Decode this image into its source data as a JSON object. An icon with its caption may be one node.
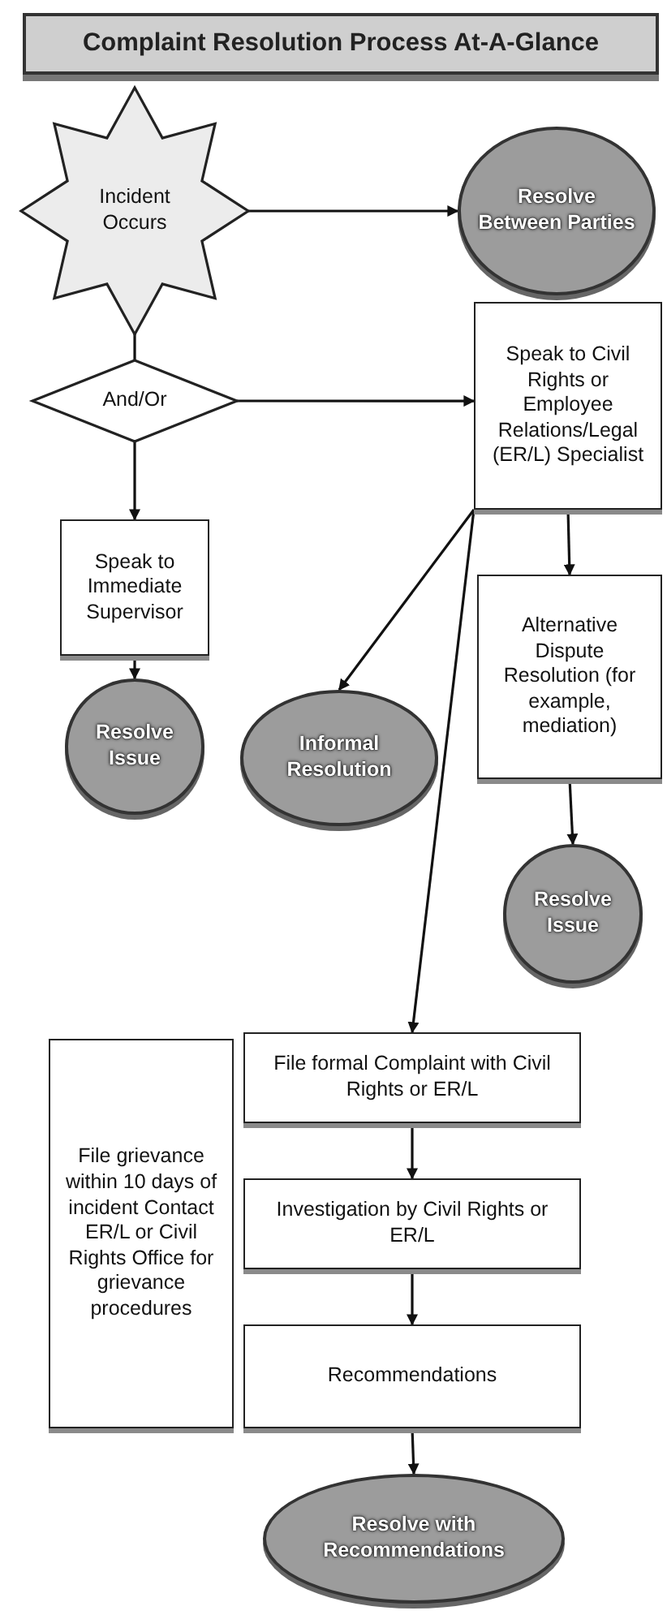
{
  "diagram": {
    "title": "Complaint Resolution Process At-A-Glance",
    "nodes": [
      {
        "text": [
          "Incident Occurs"
        ]
      },
      {
        "text": [
          "Resolve Between Parties"
        ]
      },
      {
        "text": [
          "And/Or"
        ]
      },
      {
        "text": [
          "Speak to Civil Rights or Employee Relations/Legal (ER/L) Specialist"
        ]
      },
      {
        "text": [
          "Speak to Immediate Supervisor"
        ]
      },
      {
        "text": [
          "Resolve Issue"
        ]
      },
      {
        "text": [
          "Informal Resolution"
        ]
      },
      {
        "text": [
          "Alternative Dispute Resolution (for example, mediation)"
        ]
      },
      {
        "text": [
          "Resolve Issue"
        ]
      },
      {
        "text": [
          "File grievance within 10 days of incident Contact ER/L or Civil Rights Office for grievance procedures"
        ]
      },
      {
        "text": [
          "File formal Complaint with Civil Rights or ER/L"
        ]
      },
      {
        "text": [
          "Investigation by Civil Rights or ER/L"
        ]
      },
      {
        "text": [
          "Recommendations"
        ]
      },
      {
        "text": [
          "Resolve with Recommendations"
        ]
      }
    ],
    "edges": [
      {
        "from": 0,
        "to": 1,
        "arrow": "to"
      },
      {
        "from": 0,
        "to": 2,
        "arrow": "none"
      },
      {
        "from": 2,
        "to": 3,
        "arrow": "to"
      },
      {
        "from": 2,
        "to": 4,
        "arrow": "to"
      },
      {
        "from": 4,
        "to": 5,
        "arrow": "to"
      },
      {
        "from": 3,
        "to": 6,
        "arrow": "to"
      },
      {
        "from": 3,
        "to": 7,
        "arrow": "to"
      },
      {
        "from": 7,
        "to": 8,
        "arrow": "to"
      },
      {
        "from": 3,
        "to": 10,
        "arrow": "to"
      },
      {
        "from": 10,
        "to": 11,
        "arrow": "to"
      },
      {
        "from": 11,
        "to": 12,
        "arrow": "to"
      },
      {
        "from": 12,
        "to": 13,
        "arrow": "to"
      }
    ]
  }
}
